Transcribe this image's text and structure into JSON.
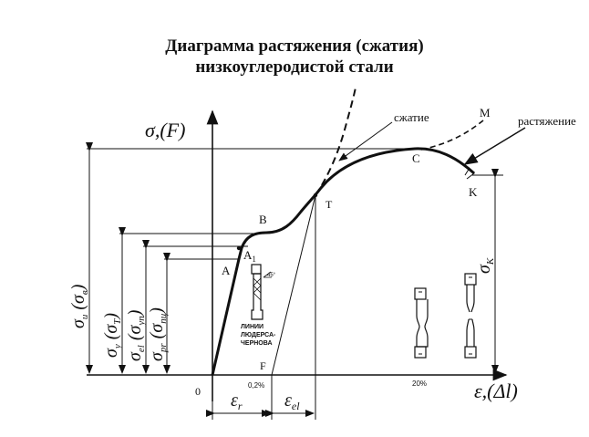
{
  "title": {
    "line1": "Диаграмма растяжения (сжатия)",
    "line2": "низкоуглеродистой стали"
  },
  "axes": {
    "y_label": "σ,(F)",
    "x_label": "ε,(Δl)"
  },
  "points": {
    "origin": "0",
    "A": "A",
    "A1": "A",
    "A1_sub": "1",
    "B": "B",
    "T": "T",
    "C": "C",
    "K": "K",
    "F": "F",
    "M": "M"
  },
  "annotations": {
    "compression": "сжатие",
    "tension": "растяжение",
    "luders_line1": "ЛИНИИ",
    "luders_line2": "ЛЮДЕРСА-",
    "luders_line3": "ЧЕРНОВА",
    "angle": "45°"
  },
  "ticks": {
    "strain_02": "0,2%",
    "strain_20": "20%"
  },
  "stress_labels": {
    "sigma_u": {
      "main": "σ",
      "sub": "u",
      "paren": "σ",
      "paren_sub": "в"
    },
    "sigma_y": {
      "main": "σ",
      "sub": "y",
      "paren": "σ",
      "paren_sub": "T"
    },
    "sigma_el": {
      "main": "σ",
      "sub": "el",
      "paren": "σ",
      "paren_sub": "уп"
    },
    "sigma_pr": {
      "main": "σ",
      "sub": "pr",
      "paren": "σ",
      "paren_sub": "пц"
    },
    "sigma_K": {
      "main": "σ",
      "sub": "K"
    }
  },
  "strain_labels": {
    "eps_r": {
      "main": "ε",
      "sub": "r"
    },
    "eps_el": {
      "main": "ε",
      "sub": "el"
    }
  }
}
